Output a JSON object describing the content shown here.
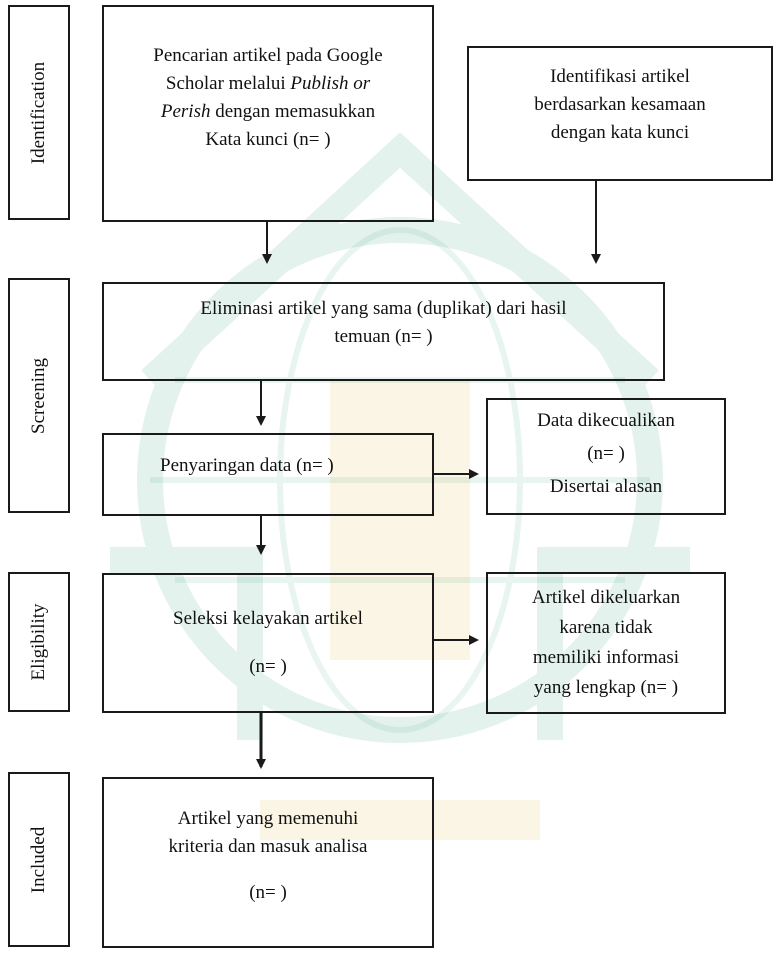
{
  "stages": {
    "identification": "Identification",
    "screening": "Screening",
    "eligibility": "Eligibility",
    "included": "Included"
  },
  "boxes": {
    "search": {
      "line1": "Pencarian artikel pada Google",
      "line2_a": "Scholar melalui ",
      "line2_b": "Publish or",
      "line3_a": "Perish",
      "line3_b": " dengan memasukkan",
      "line4": "Kata kunci (n= )"
    },
    "keyword_identification": {
      "line1": "Identifikasi artikel",
      "line2": "berdasarkan kesamaan",
      "line3": "dengan kata kunci"
    },
    "elimination": {
      "line1": "Eliminasi artikel yang sama (duplikat) dari hasil",
      "line2": "temuan (n= )"
    },
    "screening_data": {
      "line1": "Penyaringan data (n= )"
    },
    "excluded": {
      "line1": "Data dikecualikan",
      "line2": "(n= )",
      "line3": "Disertai alasan"
    },
    "eligibility_selection": {
      "line1": "Seleksi kelayakan artikel",
      "line2": "(n= )"
    },
    "removed": {
      "line1": "Artikel dikeluarkan",
      "line2": "karena tidak",
      "line3": "memiliki informasi",
      "line4": "yang lengkap (n= )"
    },
    "included_articles": {
      "line1": "Artikel yang memenuhi",
      "line2": "kriteria dan masuk analisa",
      "line3": "(n= )"
    }
  },
  "colors": {
    "line": "#1a1a1a",
    "watermark_green": "#2e9e76",
    "watermark_gold": "#e2c15a"
  }
}
